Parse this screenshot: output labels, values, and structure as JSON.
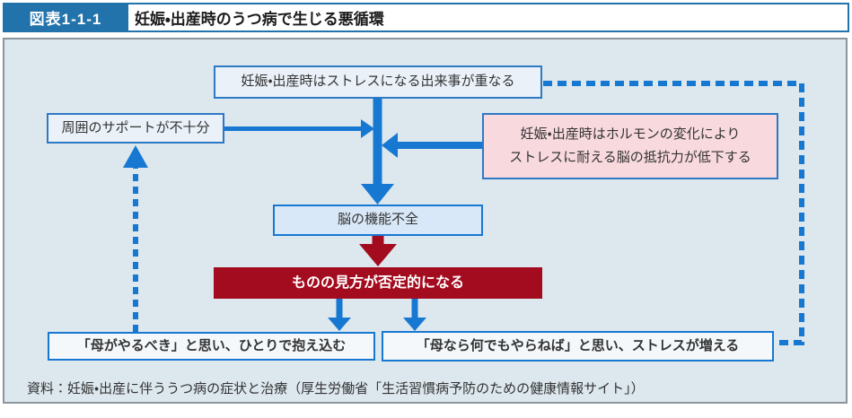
{
  "header": {
    "label": "図表1-1-1",
    "title": "妊娠・出産時のうつ病で生じる悪循環"
  },
  "diagram": {
    "nodes": {
      "stress_events": "妊娠・出産時はストレスになる出来事が重なる",
      "support_lack": "周囲のサポートが不十分",
      "hormone_line1": "妊娠・出産時はホルモンの変化により",
      "hormone_line2": "ストレスに耐える脳の抵抗力が低下する",
      "brain_dysfunction": "脳の機能不全",
      "negative_view": "ものの見方が否定的になる",
      "mother_alone": "「母がやるべき」と思い、ひとりで抱え込む",
      "mother_stress": "「母なら何でもやらねば」と思い、ストレスが増える"
    }
  },
  "source": "資料：妊娠・出産に伴ううつ病の症状と治療（厚生労働省「生活習慣病予防のための健康情報サイト」）",
  "colors": {
    "accent_blue": "#1778d2",
    "header_blue": "#2273ac",
    "dark_red": "#a30b1e",
    "panel_bg": "#dce7ee",
    "box_bg_pink": "#f8d9de",
    "box_bg_blue": "#d9e8f8"
  }
}
